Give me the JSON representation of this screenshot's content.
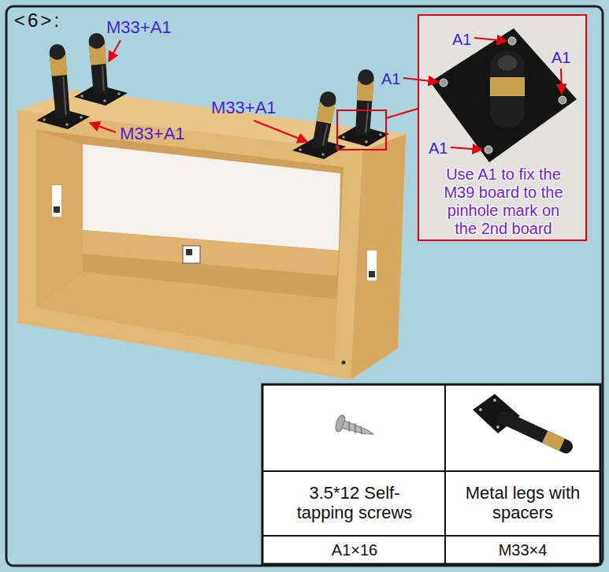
{
  "diagram": {
    "title": "<6>:",
    "nodes": [
      {
        "text": [
          "A1",
          "A1",
          "A1",
          "A1",
          "Use A1 to fix the M39 board to the pinhole mark on the 2nd board"
        ]
      }
    ],
    "labels": [
      "M33+A1",
      "M33+A1",
      "M33+A1",
      "3.5*12 Self-tapping screws",
      "Metal legs with spacers",
      "A1×16",
      "M33×4"
    ]
  }
}
